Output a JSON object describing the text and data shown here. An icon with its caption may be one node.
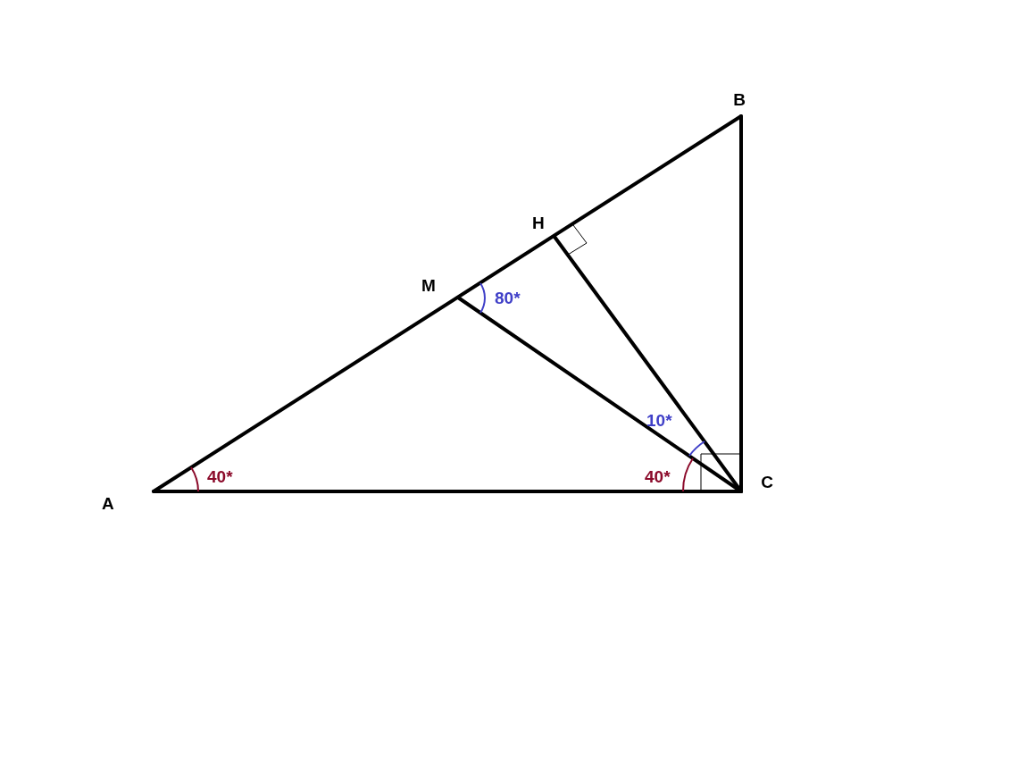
{
  "diagram": {
    "nodes": [
      {
        "text": [
          "A"
        ]
      },
      {
        "text": [
          "B"
        ]
      },
      {
        "text": [
          "C"
        ]
      },
      {
        "text": [
          "M"
        ]
      },
      {
        "text": [
          "H"
        ]
      }
    ],
    "edges": [
      {
        "from": 0,
        "to": 1,
        "arrow": "none"
      },
      {
        "from": 1,
        "to": 2,
        "arrow": "none"
      },
      {
        "from": 2,
        "to": 0,
        "arrow": "none"
      },
      {
        "from": 3,
        "to": 2,
        "arrow": "none"
      },
      {
        "from": 4,
        "to": 2,
        "arrow": "none"
      }
    ],
    "labels": [
      "40*",
      "40*",
      "80*",
      "10*"
    ]
  }
}
